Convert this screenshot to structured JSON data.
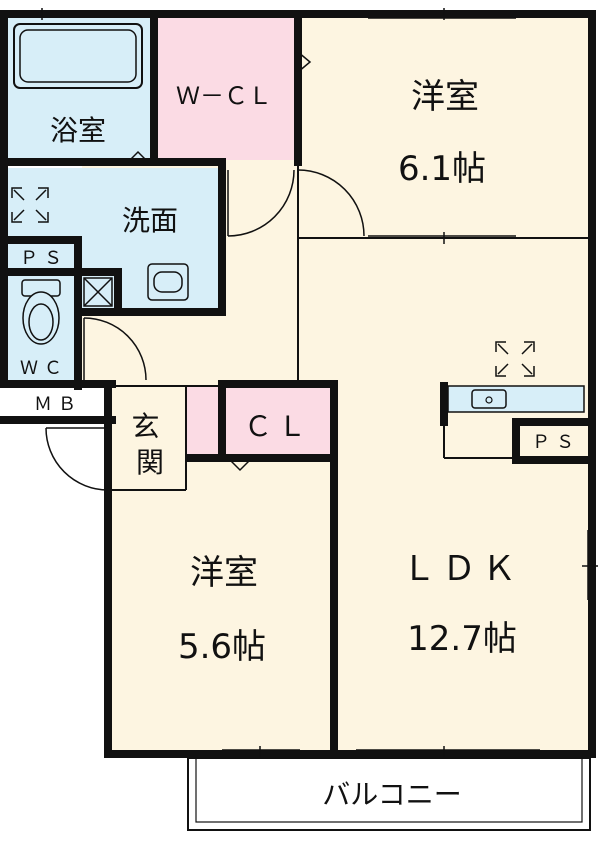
{
  "rooms": {
    "western_top": {
      "name": "洋室",
      "size": "6.1帖"
    },
    "western_bottom": {
      "name": "洋室",
      "size": "5.6帖"
    },
    "ldk": {
      "name": "ＬＤＫ",
      "size": "12.7帖"
    },
    "bath": {
      "name": "浴室"
    },
    "washroom": {
      "name": "洗面"
    },
    "walk_in_closet": {
      "name": "Ｗ－ＣＬ"
    },
    "closet": {
      "name": "ＣＬ"
    },
    "toilet": {
      "name": "ＷＣ"
    },
    "entrance": {
      "name": "玄関"
    },
    "balcony": {
      "name": "バルコニー"
    }
  },
  "labels": {
    "ps_left": "ＰＳ",
    "ps_right": "ＰＳ",
    "mb": "ＭＢ"
  },
  "colors": {
    "room_fill": "#fdf5e1",
    "wet_fill": "#d7eef8",
    "closet_fill": "#fbdbe4",
    "wall": "#111111"
  }
}
